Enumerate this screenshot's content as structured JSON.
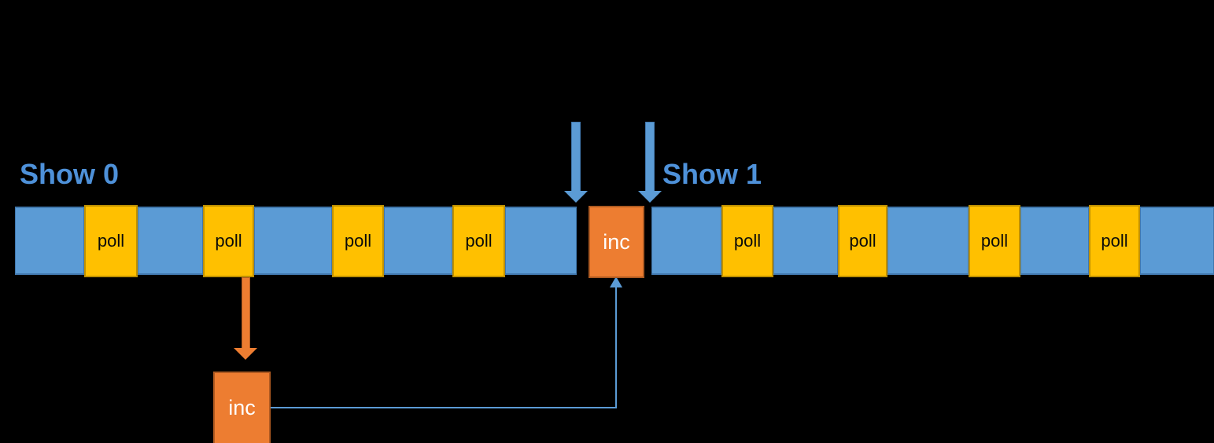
{
  "labels": {
    "show0": "Show 0",
    "show1": "Show 1",
    "poll": "poll",
    "inc": "inc"
  },
  "colors": {
    "background": "#000000",
    "timeline_blue": "#5B9BD5",
    "timeline_blue_border": "#4178AE",
    "poll_yellow": "#FFC000",
    "poll_yellow_border": "#BF9000",
    "inc_orange": "#ED7D31",
    "inc_orange_border": "#AE5A21",
    "arrow_blue": "#5B9BD5",
    "arrow_orange": "#ED7D31",
    "title_text": "#4E91D9",
    "connector_blue": "#5B9BD5",
    "poll_text": "#000000",
    "inc_text": "#FFFFFF"
  },
  "structure": {
    "timeline_show0_blocks": [
      "idle",
      "poll",
      "idle",
      "poll",
      "idle",
      "poll",
      "idle",
      "poll",
      "idle"
    ],
    "timeline_show1_blocks": [
      "idle",
      "poll",
      "idle",
      "poll",
      "idle",
      "poll",
      "idle",
      "poll",
      "idle"
    ],
    "between_segments_block": "inc",
    "expanded_block": "inc",
    "connector": "expanded-inc-to-timeline-inc"
  }
}
